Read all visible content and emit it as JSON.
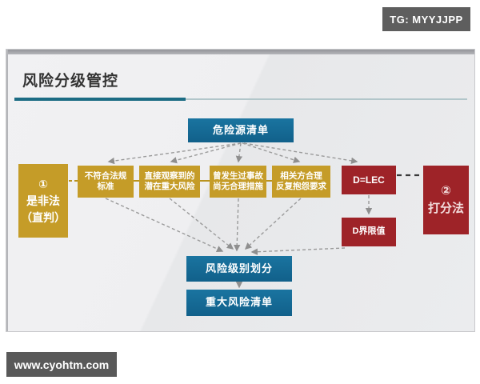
{
  "page": {
    "tg_badge": "TG: MYYJJPP",
    "watermark": "www.cyohtm.com"
  },
  "slide": {
    "title": "风险分级管控"
  },
  "flow": {
    "source": "危险源清单",
    "method1_num": "①",
    "method1_line1": "是非法",
    "method1_line2": "（直判）",
    "criteria": [
      {
        "line1": "不符合法规",
        "line2": "标准"
      },
      {
        "line1": "直接观察到的",
        "line2": "潜在重大风险"
      },
      {
        "line1": "曾发生过事故",
        "line2": "尚无合理措施"
      },
      {
        "line1": "相关方合理",
        "line2": "反复抱怨要求"
      }
    ],
    "dlec": "D=LEC",
    "dlimit": "D界限值",
    "method2_num": "②",
    "method2_label": "打分法",
    "level": "风险级别划分",
    "major": "重大风险清单"
  },
  "colors": {
    "box_blue": "#136689",
    "box_gold": "#C59C28",
    "box_red": "#9E2328",
    "accent_teal": "#1C6C84",
    "badge_gray": "#5E5E5E",
    "arrow_gray": "#9A9A9A"
  }
}
